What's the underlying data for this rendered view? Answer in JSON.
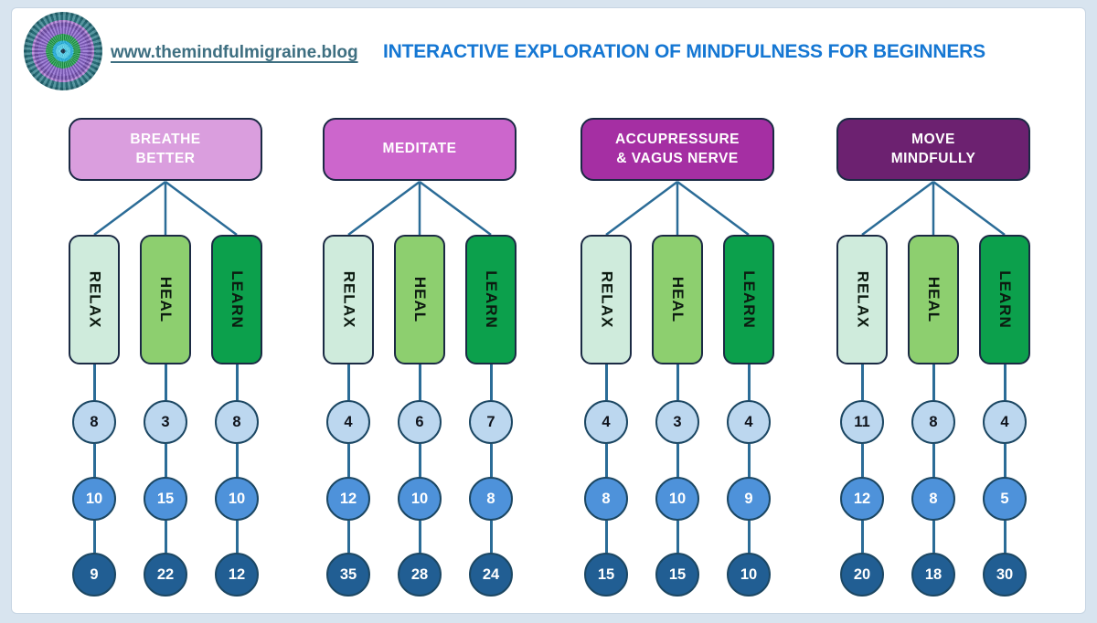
{
  "page": {
    "background_color": "#D8E4EF",
    "card_background_color": "#FFFFFF"
  },
  "header": {
    "logo_icon": "mandala-logo",
    "link": "www.themindfulmigraine.blog",
    "link_color": "#3E6F81",
    "title": "INTERACTIVE EXPLORATION OF MINDFULNESS FOR BEGINNERS",
    "title_color": "#1577D3"
  },
  "palette": {
    "connector_line": "#2B6C97",
    "node_border": "#1B2A44",
    "circle_border": "#1C4763",
    "circle_row_fills": [
      "#BCD7EF",
      "#4E92DA",
      "#215E93"
    ],
    "branch_fills": {
      "relax": "#CFEBDC",
      "heal": "#8DCF6F",
      "learn": "#0CA04C"
    },
    "topic_fills": [
      "#DA9EDE",
      "#CC66CC",
      "#A52FA3",
      "#6C2170"
    ]
  },
  "columns": [
    {
      "title_line1": "BREATHE",
      "title_line2": "BETTER",
      "color": "#DA9EDE",
      "branches": [
        {
          "label": "RELAX",
          "values": [
            8,
            10,
            9
          ]
        },
        {
          "label": "HEAL",
          "values": [
            3,
            15,
            22
          ]
        },
        {
          "label": "LEARN",
          "values": [
            8,
            10,
            12
          ]
        }
      ]
    },
    {
      "title_line1": "MEDITATE",
      "title_line2": "",
      "color": "#CC66CC",
      "branches": [
        {
          "label": "RELAX",
          "values": [
            4,
            12,
            35
          ]
        },
        {
          "label": "HEAL",
          "values": [
            6,
            10,
            28
          ]
        },
        {
          "label": "LEARN",
          "values": [
            7,
            8,
            24
          ]
        }
      ]
    },
    {
      "title_line1": "ACCUPRESSURE",
      "title_line2": "& VAGUS NERVE",
      "color": "#A52FA3",
      "branches": [
        {
          "label": "RELAX",
          "values": [
            4,
            8,
            15
          ]
        },
        {
          "label": "HEAL",
          "values": [
            3,
            10,
            15
          ]
        },
        {
          "label": "LEARN",
          "values": [
            4,
            9,
            10
          ]
        }
      ]
    },
    {
      "title_line1": "MOVE",
      "title_line2": "MINDFULLY",
      "color": "#6C2170",
      "branches": [
        {
          "label": "RELAX",
          "values": [
            11,
            12,
            20
          ]
        },
        {
          "label": "HEAL",
          "values": [
            8,
            8,
            18
          ]
        },
        {
          "label": "LEARN",
          "values": [
            4,
            5,
            30
          ]
        }
      ]
    }
  ]
}
